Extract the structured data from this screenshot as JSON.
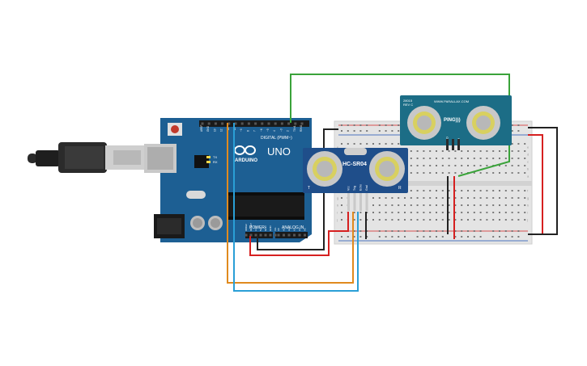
{
  "arduino": {
    "brand": "ARDUINO",
    "model": "UNO",
    "digital_header_label": "DIGITAL (PWM~)",
    "power_label": "POWER",
    "analog_label": "ANALOG IN",
    "rx_label": "RX",
    "tx_label": "TX",
    "top_pins": [
      "AREF",
      "GND",
      "13",
      "12",
      "~11",
      "~10",
      "~9",
      "8",
      "7",
      "~6",
      "~5",
      "4",
      "~3",
      "2",
      "TX>1",
      "RX<0"
    ],
    "power_pins": [
      "IOREF",
      "RESET",
      "3.3V",
      "5V",
      "GND",
      "GND",
      "Vin"
    ],
    "analog_pins": [
      "A0",
      "A1",
      "A2",
      "A3",
      "A4",
      "A5"
    ]
  },
  "hc_sr04": {
    "model": "HC-SR04",
    "pins": [
      "Vcc",
      "Trig",
      "Echo",
      "Gnd"
    ],
    "corner_t": "T",
    "corner_r": "R"
  },
  "ping": {
    "brand": "WWW.PARALLAX.COM",
    "part": "28015",
    "rev": "REV C",
    "label": "PING)))",
    "pins": [
      "GND",
      "5V",
      "SIG"
    ]
  },
  "breadboard": {
    "row_letters": [
      "a",
      "b",
      "c",
      "d",
      "e",
      "f",
      "g",
      "h",
      "i",
      "j"
    ]
  },
  "colors": {
    "board": "#1d5f93",
    "breadboard": "#e4e4e4",
    "wire_red": "#d62020",
    "wire_black": "#222222",
    "wire_green": "#3aa33a",
    "wire_orange": "#e08a1e",
    "wire_blue": "#2a9fd6",
    "sensor_board": "#1f4e8a",
    "ping_board": "#1c6d86"
  },
  "wires": [
    {
      "id": "green-signal",
      "color": "wire_green"
    },
    {
      "id": "orange-trig",
      "color": "wire_orange"
    },
    {
      "id": "blue-echo",
      "color": "wire_blue"
    },
    {
      "id": "red-5v",
      "color": "wire_red"
    },
    {
      "id": "black-gnd",
      "color": "wire_black"
    },
    {
      "id": "red-rail-jump",
      "color": "wire_red"
    },
    {
      "id": "black-rail-jump",
      "color": "wire_black"
    }
  ]
}
